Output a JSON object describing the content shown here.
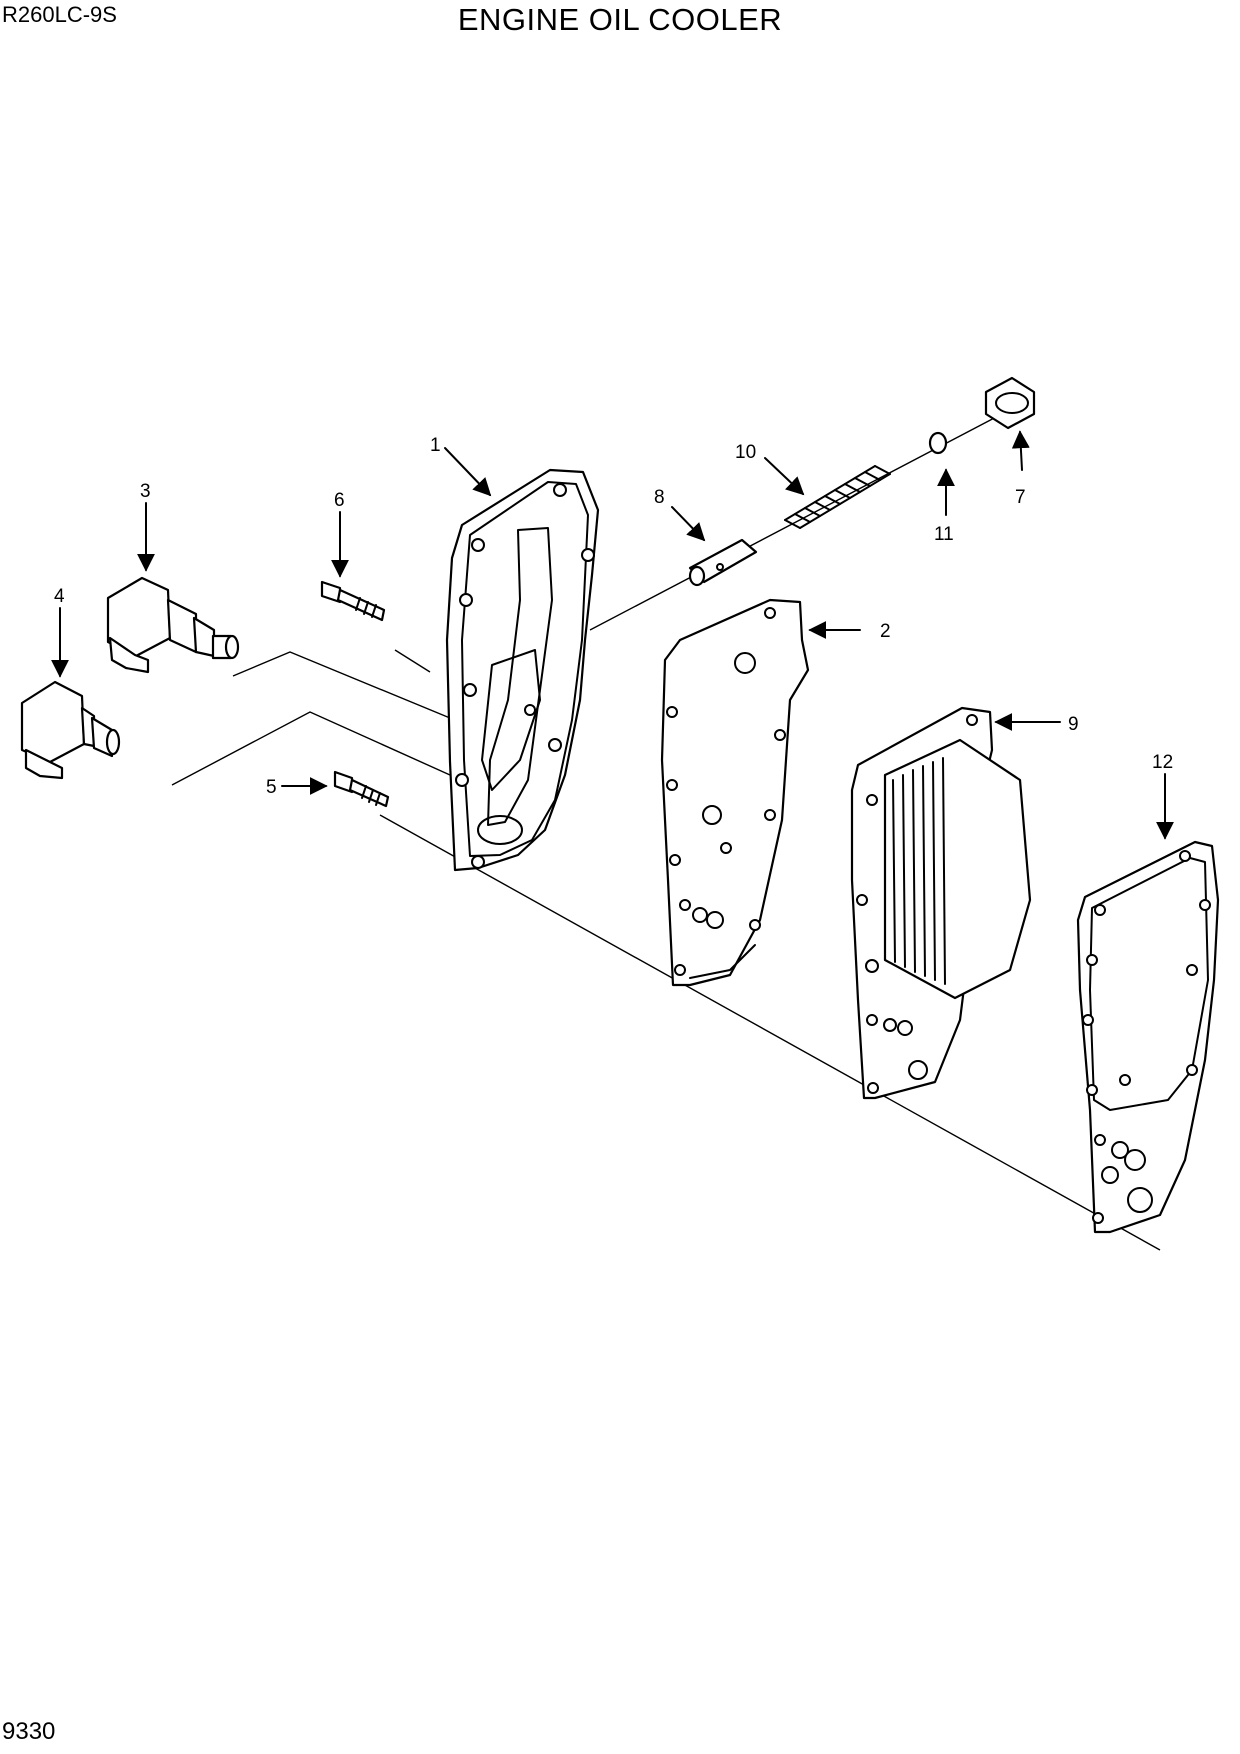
{
  "header": {
    "model": "R260LC-9S",
    "title": "ENGINE OIL COOLER"
  },
  "footer": {
    "page_number": "9330"
  },
  "callouts": {
    "c1": "1",
    "c2": "2",
    "c3": "3",
    "c4": "4",
    "c5": "5",
    "c6": "6",
    "c7": "7",
    "c8": "8",
    "c9": "9",
    "c10": "10",
    "c11": "11",
    "c12": "12"
  }
}
